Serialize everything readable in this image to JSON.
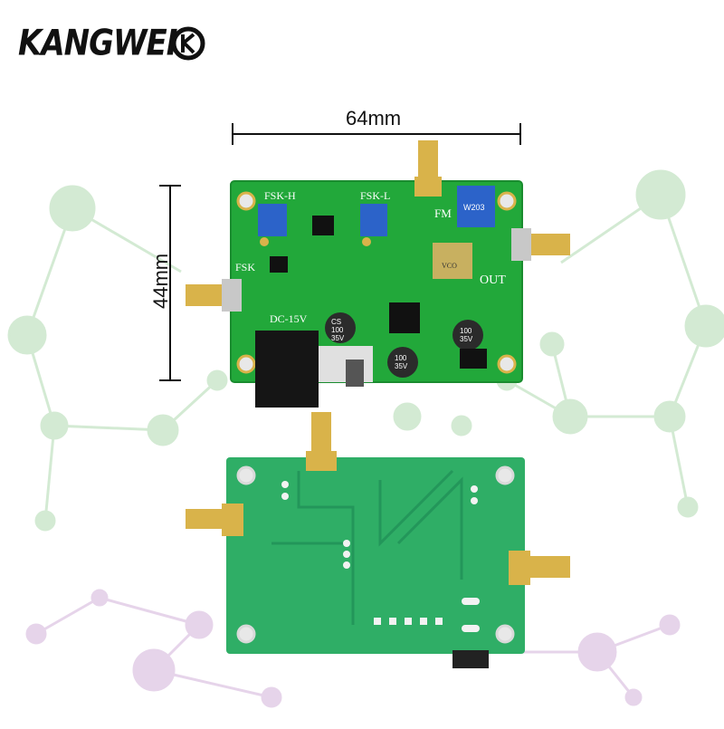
{
  "brand": {
    "name": "KANGWEI",
    "logo_mark": "K-circle-logo"
  },
  "dimensions": {
    "width_label": "64mm",
    "height_label": "44mm"
  },
  "board_labels": {
    "fsk_h": "FSK-H",
    "fsk_l": "FSK-L",
    "fsk": "FSK",
    "fm": "FM",
    "out": "OUT",
    "power": "DC-15V",
    "cap1": [
      "CS",
      "100",
      "35V"
    ],
    "cap2": [
      "100",
      "35V"
    ],
    "cap3": [
      "100",
      "35V"
    ],
    "pot1": "W203",
    "vco": "VCO"
  },
  "colors": {
    "pcb": "#22a83a",
    "pcb_back": "#2fae66",
    "gold": "#d9b34a",
    "pot_blue": "#2c63c9",
    "network_green": "#cfe8cf",
    "network_purple": "#e6d4ea"
  }
}
